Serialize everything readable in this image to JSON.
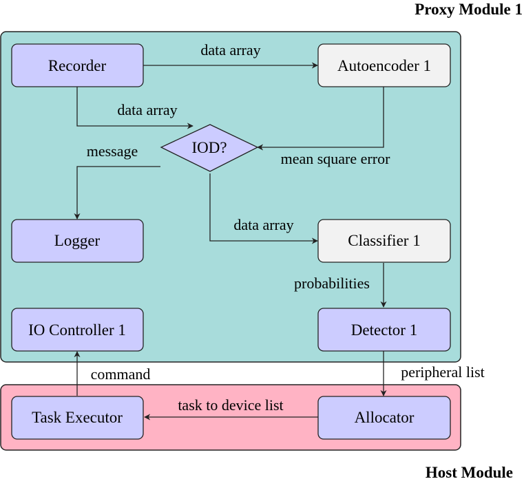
{
  "modules": {
    "proxy": {
      "title": "Proxy Module 1",
      "fill": "#a8dcdb"
    },
    "host": {
      "title": "Host Module",
      "fill": "#ffb3c4"
    }
  },
  "nodes": {
    "recorder": "Recorder",
    "autoencoder": "Autoencoder 1",
    "iod": "IOD?",
    "logger": "Logger",
    "classifier": "Classifier 1",
    "io_controller": "IO Controller 1",
    "detector": "Detector 1",
    "task_executor": "Task Executor",
    "allocator": "Allocator"
  },
  "edges": {
    "recorder_to_autoencoder": "data array",
    "recorder_to_iod": "data array",
    "autoencoder_to_iod": "mean square error",
    "iod_to_logger": "message",
    "iod_to_classifier": "data array",
    "classifier_to_detector": "probabilities",
    "detector_to_allocator": "peripheral list",
    "allocator_to_executor": "task to device list",
    "executor_to_io": "command"
  },
  "colors": {
    "node_blue": "#ccccff",
    "node_gray": "#f2f2f2",
    "stroke": "#222222"
  }
}
